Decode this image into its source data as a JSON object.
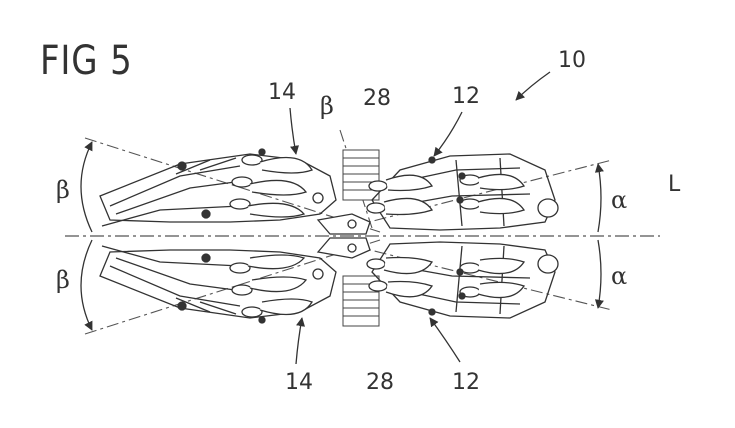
{
  "figure": {
    "title": "FIG 5"
  },
  "labels": {
    "ref_10": "10",
    "ref_14_top": "14",
    "ref_14_bottom": "14",
    "ref_28_top": "28",
    "ref_28_bottom": "28",
    "ref_12_top": "12",
    "ref_12_bottom": "12",
    "beta_top_center": "β",
    "beta_left_upper": "β",
    "beta_left_lower": "β",
    "alpha_upper": "α",
    "alpha_lower": "α",
    "axis_L": "L"
  }
}
